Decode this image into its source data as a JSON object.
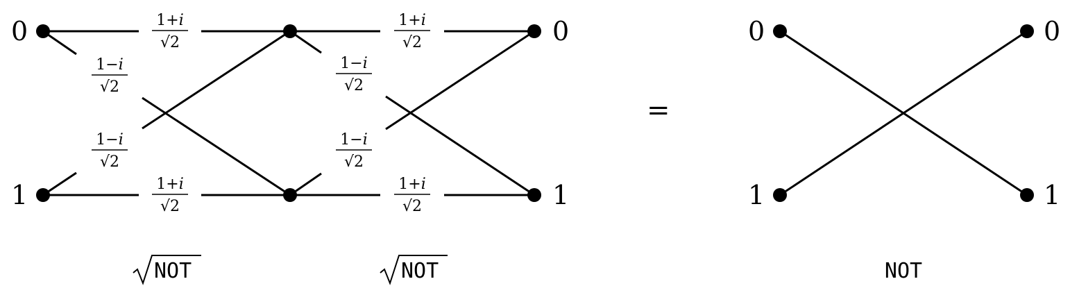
{
  "labels": {
    "zero": "0",
    "one": "1",
    "equals": "="
  },
  "amplitudes": {
    "plus": {
      "num_prefix": "1+",
      "num_var": "i",
      "radical": "√",
      "den": "2"
    },
    "minus": {
      "num_prefix": "1−",
      "num_var": "i",
      "radical": "√",
      "den": "2"
    }
  },
  "gates": {
    "sqrt_symbol": "√",
    "first": "NOT",
    "second": "NOT",
    "result": "NOT"
  },
  "colors": {
    "ink": "#000000",
    "background": "#ffffff"
  }
}
